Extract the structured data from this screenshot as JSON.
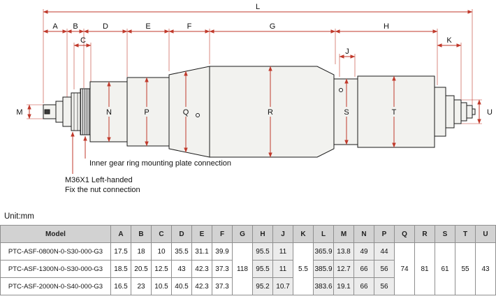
{
  "colors": {
    "dimension_line": "#c0392b",
    "table_header_bg": "#d2d2d2",
    "shaded_cell_bg": "#ececec"
  },
  "drawing": {
    "dims": {
      "L": "L",
      "A": "A",
      "B": "B",
      "C": "C",
      "D": "D",
      "E": "E",
      "F": "F",
      "G": "G",
      "H": "H",
      "J": "J",
      "K": "K",
      "M": "M",
      "N": "N",
      "P": "P",
      "Q": "Q",
      "R": "R",
      "S": "S",
      "T": "T",
      "U": "U"
    },
    "annotations": {
      "gear_ring": "Inner gear ring mounting plate connection",
      "thread": "M36X1 Left-handed",
      "nut": "Fix the nut connection"
    }
  },
  "unit_label": "Unit:mm",
  "table": {
    "headers": [
      "Model",
      "A",
      "B",
      "C",
      "D",
      "E",
      "F",
      "G",
      "H",
      "J",
      "K",
      "L",
      "M",
      "N",
      "P",
      "Q",
      "R",
      "S",
      "T",
      "U"
    ],
    "rows": [
      {
        "model": "PTC-ASF-0800N-0-S30-000-G3",
        "A": "17.5",
        "B": "18",
        "C": "10",
        "D": "35.5",
        "E": "31.1",
        "F": "39.9",
        "H": "95.5",
        "J": "11",
        "L": "365.9",
        "M": "13.8",
        "N": "49",
        "P": "44"
      },
      {
        "model": "PTC-ASF-1300N-0-S30-000-G3",
        "A": "18.5",
        "B": "20.5",
        "C": "12.5",
        "D": "43",
        "E": "42.3",
        "F": "37.3",
        "H": "95.5",
        "J": "11",
        "L": "385.9",
        "M": "12.7",
        "N": "66",
        "P": "56"
      },
      {
        "model": "PTC-ASF-2000N-0-S40-000-G3",
        "A": "16.5",
        "B": "23",
        "C": "10.5",
        "D": "40.5",
        "E": "42.3",
        "F": "37.3",
        "H": "95.2",
        "J": "10.7",
        "L": "383.6",
        "M": "19.1",
        "N": "66",
        "P": "56"
      }
    ],
    "shared": {
      "G": "118",
      "K": "5.5",
      "Q": "74",
      "R": "81",
      "S": "61",
      "T": "55",
      "U": "43"
    }
  }
}
